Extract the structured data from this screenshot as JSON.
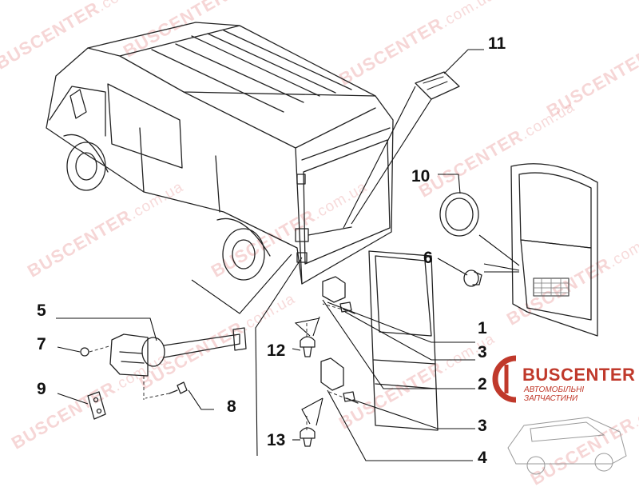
{
  "callouts": [
    "1",
    "2",
    "3",
    "3",
    "4",
    "5",
    "6",
    "7",
    "8",
    "9",
    "10",
    "11",
    "12",
    "13"
  ],
  "watermark": {
    "brand": "BUSCENTER",
    "suffix": ".com.ua",
    "color": "#d64646"
  },
  "logo": {
    "brand": "BUSCENTER",
    "subtitle": "АВТОМОБІЛЬНІ ЗАПЧАСТИНИ",
    "color": "#c0392b"
  }
}
